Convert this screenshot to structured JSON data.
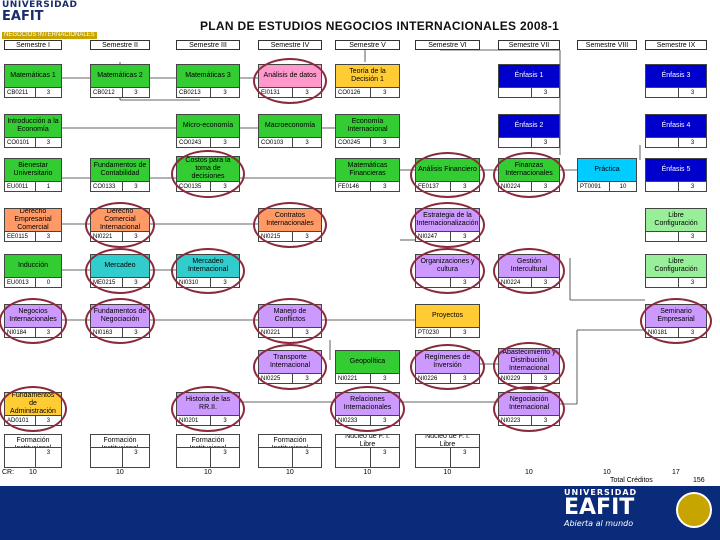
{
  "header": {
    "logo_line1": "UNIVERSIDAD",
    "logo_line2": "EAFIT",
    "logo_line3": "NEGOCIOS INTERNACIONALES",
    "title": "PLAN DE ESTUDIOS NEGOCIOS INTERNACIONALES 2008-1"
  },
  "semesters": [
    "Semestre I",
    "Semestre II",
    "Semestre III",
    "Semestre IV",
    "Semestre V",
    "Semestre VI",
    "Semestre VII",
    "Semestre VIII",
    "Semestre IX"
  ],
  "courses": [
    {
      "name": "Matemáticas 1",
      "code": "CB0211",
      "credits": "3",
      "color": "green"
    },
    {
      "name": "Matemáticas 2",
      "code": "CB0212",
      "credits": "3",
      "color": "green"
    },
    {
      "name": "Matemáticas 3",
      "code": "CB0213",
      "credits": "3",
      "color": "green"
    },
    {
      "name": "Análisis de datos",
      "code": "EI0131",
      "credits": "3",
      "color": "pink"
    },
    {
      "name": "Teoría de la Decisión 1",
      "code": "CO0126",
      "credits": "3",
      "color": "gold"
    },
    {
      "name": "Énfasis 1",
      "code": "",
      "credits": "3",
      "color": "blue"
    },
    {
      "name": "Énfasis 3",
      "code": "",
      "credits": "3",
      "color": "blue"
    },
    {
      "name": "Introducción a la Economía",
      "code": "CO0101",
      "credits": "3",
      "color": "green"
    },
    {
      "name": "Micro-economía",
      "code": "CO0243",
      "credits": "3",
      "color": "green"
    },
    {
      "name": "Macroeconomía",
      "code": "CO0103",
      "credits": "3",
      "color": "green"
    },
    {
      "name": "Economía Internacional",
      "code": "CO0245",
      "credits": "3",
      "color": "green"
    },
    {
      "name": "Énfasis 2",
      "code": "",
      "credits": "3",
      "color": "blue"
    },
    {
      "name": "Énfasis 4",
      "code": "",
      "credits": "3",
      "color": "blue"
    },
    {
      "name": "Bienestar Universitario",
      "code": "EU0011",
      "credits": "1",
      "color": "green"
    },
    {
      "name": "Fundamentos de Contabilidad",
      "code": "CO0133",
      "credits": "3",
      "color": "green"
    },
    {
      "name": "Costos para la toma de decisiones",
      "code": "CO0135",
      "credits": "3",
      "color": "green"
    },
    {
      "name": "Matemáticas Financieras",
      "code": "FE0146",
      "credits": "3",
      "color": "green"
    },
    {
      "name": "Análisis Financiero",
      "code": "FE0137",
      "credits": "3",
      "color": "green"
    },
    {
      "name": "Finanzas Internacionales",
      "code": "NI0224",
      "credits": "3",
      "color": "green"
    },
    {
      "name": "Práctica",
      "code": "PT0091",
      "credits": "10",
      "color": "cyan"
    },
    {
      "name": "Énfasis 5",
      "code": "",
      "credits": "3",
      "color": "blue"
    },
    {
      "name": "Derecho Empresarial Comercial",
      "code": "EE0115",
      "credits": "3",
      "color": "orange"
    },
    {
      "name": "Derecho Comercial Internacional",
      "code": "NI0221",
      "credits": "3",
      "color": "orange"
    },
    {
      "name": "Contratos Internacionales",
      "code": "NI0215",
      "credits": "3",
      "color": "orange"
    },
    {
      "name": "Estrategia de la Internacionalización",
      "code": "NI0247",
      "credits": "3",
      "color": "lav"
    },
    {
      "name": "Libre Configuración",
      "code": "",
      "credits": "3",
      "color": "lgreen"
    },
    {
      "name": "Inducción",
      "code": "EU0013",
      "credits": "0",
      "color": "green"
    },
    {
      "name": "Mercadeo",
      "code": "ME0215",
      "credits": "3",
      "color": "teal"
    },
    {
      "name": "Mercadeo Internacional",
      "code": "NI0310",
      "credits": "3",
      "color": "teal"
    },
    {
      "name": "Organizaciones y cultura",
      "code": "",
      "credits": "3",
      "color": "lav"
    },
    {
      "name": "Gestión Intercultural",
      "code": "NI0224",
      "credits": "3",
      "color": "lav"
    },
    {
      "name": "Libre Configuración",
      "code": "",
      "credits": "3",
      "color": "lgreen"
    },
    {
      "name": "Negocios Internacionales",
      "code": "NI0184",
      "credits": "3",
      "color": "lav"
    },
    {
      "name": "Fundamentos de Negociación",
      "code": "NI0163",
      "credits": "3",
      "color": "lav"
    },
    {
      "name": "Manejo de Conflictos",
      "code": "NI0221",
      "credits": "3",
      "color": "lav"
    },
    {
      "name": "Proyectos",
      "code": "PT0230",
      "credits": "3",
      "color": "gold"
    },
    {
      "name": "Seminario Empresarial",
      "code": "NI0181",
      "credits": "3",
      "color": "lav"
    },
    {
      "name": "Transporte Internacional",
      "code": "NI0225",
      "credits": "3",
      "color": "lav"
    },
    {
      "name": "Geopolítica",
      "code": "NI0221",
      "credits": "3",
      "color": "green"
    },
    {
      "name": "Regímenes de Inversión",
      "code": "NI0226",
      "credits": "3",
      "color": "lav"
    },
    {
      "name": "Abastecimiento y Distribución Internacional",
      "code": "NI0229",
      "credits": "3",
      "color": "lav"
    },
    {
      "name": "Fundamentos de Administración",
      "code": "AD0101",
      "credits": "3",
      "color": "gold"
    },
    {
      "name": "Historia de las RR.II.",
      "code": "NI0201",
      "credits": "3",
      "color": "lav"
    },
    {
      "name": "Relaciones Internacionales",
      "code": "NI0233",
      "credits": "3",
      "color": "lav"
    },
    {
      "name": "Negociación Internacional",
      "code": "NI0223",
      "credits": "3",
      "color": "lav"
    },
    {
      "name": "Núcleo de Formación Institucional",
      "code": "",
      "credits": "3",
      "color": "white"
    },
    {
      "name": "Núcleo de Formación Institucional",
      "code": "",
      "credits": "3",
      "color": "white"
    },
    {
      "name": "Núcleo de Formación Institucional",
      "code": "",
      "credits": "3",
      "color": "white"
    },
    {
      "name": "Núcleo de Formación Institucional",
      "code": "",
      "credits": "3",
      "color": "white"
    },
    {
      "name": "Núcleo de F. I. Libre",
      "code": "",
      "credits": "3",
      "color": "white"
    },
    {
      "name": "Núcleo de F. I. Libre",
      "code": "",
      "credits": "3",
      "color": "white"
    }
  ],
  "footer": {
    "cr_label": "CR:",
    "credit_totals": [
      "10",
      "10",
      "10",
      "10",
      "10",
      "10",
      "10",
      "10",
      "17"
    ],
    "total_label": "Total Créditos",
    "total_value": "156"
  },
  "bottom": {
    "line1": "UNIVERSIDAD",
    "line2": "EAFIT",
    "line3": "Abierta al mundo"
  },
  "colors": {
    "green": "#33cc33",
    "pink": "#ff99cc",
    "gold": "#ffcc33",
    "blue": "#0000cc",
    "cyan": "#00ccff",
    "orange": "#ff9966",
    "lav": "#cc99ff",
    "teal": "#33cccc",
    "lgreen": "#99ee99",
    "white": "#ffffff",
    "ring": "#8b2a3c",
    "navy": "#0a2a7a"
  }
}
